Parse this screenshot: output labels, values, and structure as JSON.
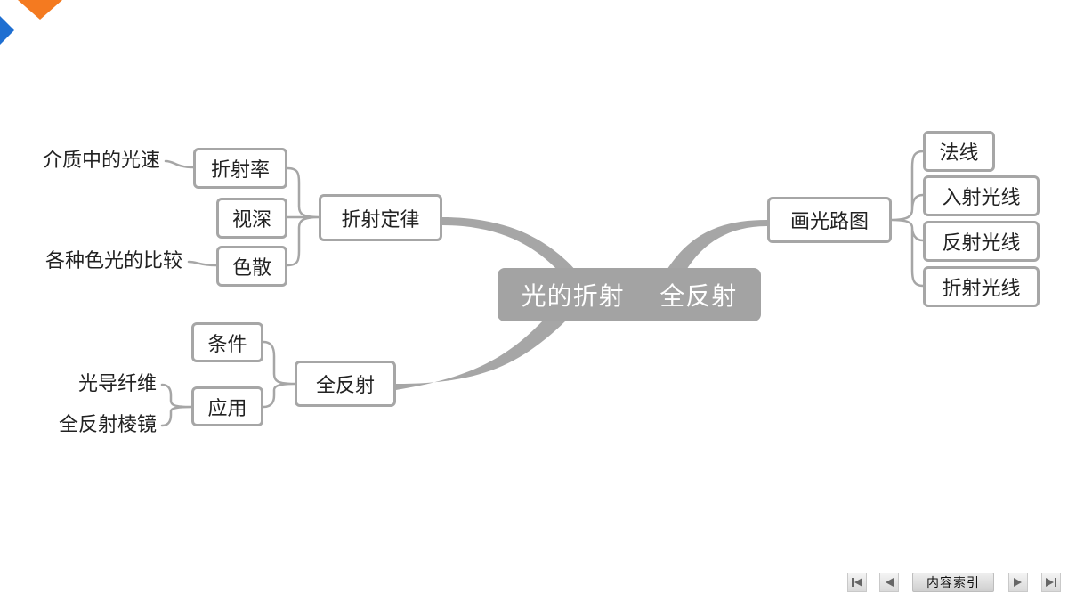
{
  "center": {
    "label_a": "光的折射",
    "label_b": "全反射"
  },
  "left_branches": [
    {
      "label": "折射定律",
      "children": [
        {
          "label": "折射率",
          "note": "介质中的光速"
        },
        {
          "label": "视深",
          "note": ""
        },
        {
          "label": "色散",
          "note": "各种色光的比较"
        }
      ]
    },
    {
      "label": "全反射",
      "children": [
        {
          "label": "条件",
          "notes": []
        },
        {
          "label": "应用",
          "notes": [
            "光导纤维",
            "全反射棱镜"
          ]
        }
      ]
    }
  ],
  "right_branch": {
    "label": "画光路图",
    "children": [
      "法线",
      "入射光线",
      "反射光线",
      "折射光线"
    ]
  },
  "nav": {
    "index_label": "内容索引"
  },
  "colors": {
    "node_border": "#a6a6a6",
    "center_fill": "#a3a3a3",
    "logo_blue": "#1f6fd1",
    "logo_orange": "#f47a20"
  }
}
